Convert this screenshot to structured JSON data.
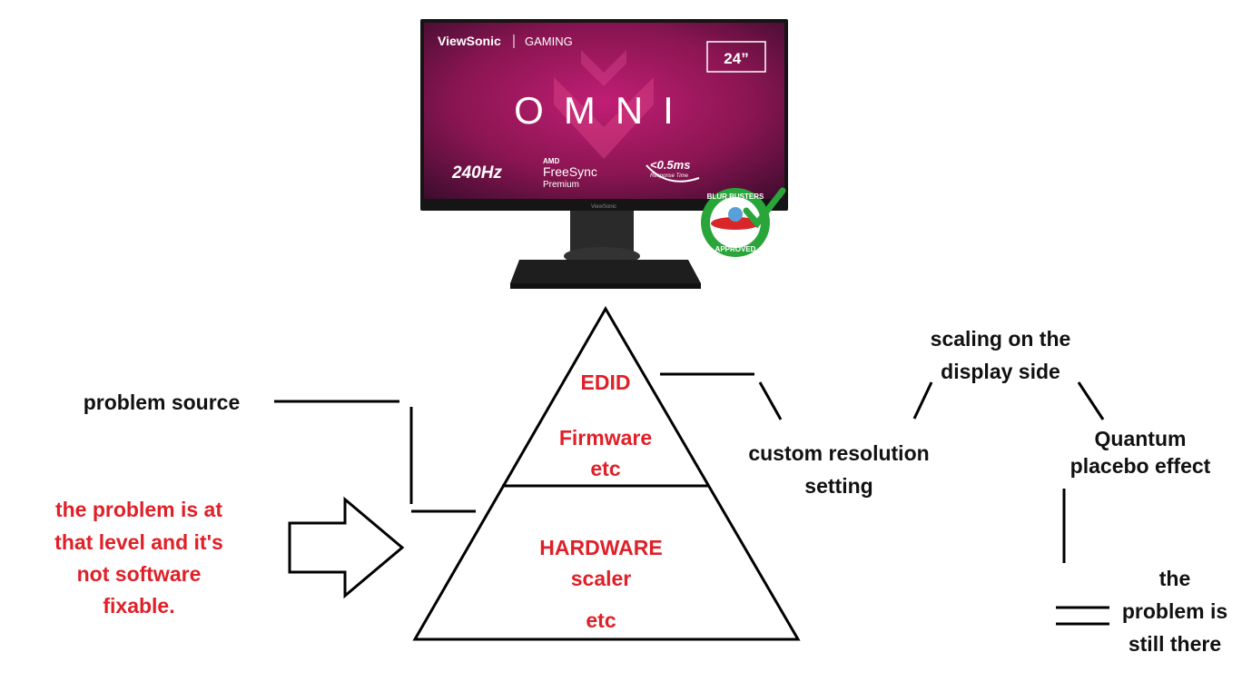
{
  "colors": {
    "red_text": "#e02028",
    "black_text": "#111111",
    "screen_dark": "#2a0f22",
    "screen_magenta": "#b01a6a",
    "stand": "#222222",
    "badge_green": "#2aa53a",
    "badge_red": "#d8262a"
  },
  "monitor": {
    "brand": "ViewSonic",
    "series": "GAMING",
    "size": "24”",
    "logo": "OMNI",
    "refresh": "240Hz",
    "amd": "AMD",
    "freesync": "FreeSync",
    "freesync_tier": "Premium",
    "response": "<0.5ms",
    "response_label": "Response Time",
    "bezel_brand": "ViewSonic",
    "badge_top": "BLUR BUSTERS",
    "badge_bottom": "APPROVED",
    "badge_icon": "checkmark-icon"
  },
  "pyramid": {
    "top": [
      "EDID",
      "Firmware",
      "etc"
    ],
    "bottom": [
      "HARDWARE",
      "scaler",
      "etc"
    ]
  },
  "labels": {
    "problem_source": "problem source",
    "problem_level": [
      "the problem is at",
      "that level and it's",
      "not software",
      "fixable."
    ],
    "custom_resolution": [
      "custom resolution",
      "setting"
    ],
    "scaling_display": [
      "scaling on the",
      "display side"
    ],
    "quantum": [
      "Quantum",
      "placebo effect"
    ],
    "still_there": [
      "the",
      "problem is",
      "still there"
    ]
  }
}
